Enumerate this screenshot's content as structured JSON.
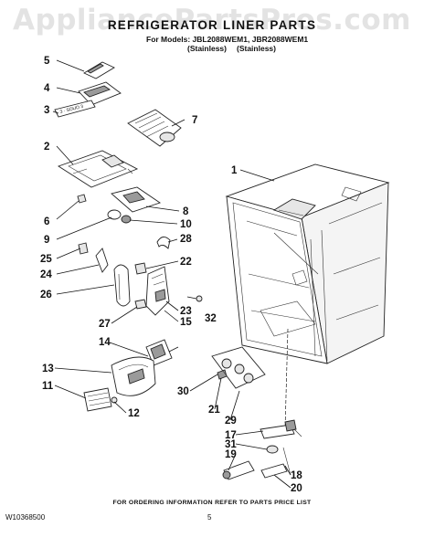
{
  "watermark": "AppliancePartsPros.com",
  "header": {
    "title": "REFRIGERATOR LINER PARTS",
    "models": "For Models: JBL2088WEM1, JBR2088WEM1",
    "finish_1": "(Stainless)",
    "finish_2": "(Stainless)"
  },
  "callouts": [
    "1",
    "2",
    "3",
    "4",
    "5",
    "6",
    "7",
    "8",
    "9",
    "10",
    "11",
    "12",
    "13",
    "14",
    "15",
    "17",
    "18",
    "19",
    "20",
    "21",
    "22",
    "23",
    "24",
    "25",
    "26",
    "27",
    "28",
    "29",
    "30",
    "31",
    "32"
  ],
  "footer": {
    "order_info": "FOR ORDERING INFORMATION REFER TO PARTS PRICE LIST",
    "doc_number": "W10368500",
    "page_number": "5"
  }
}
